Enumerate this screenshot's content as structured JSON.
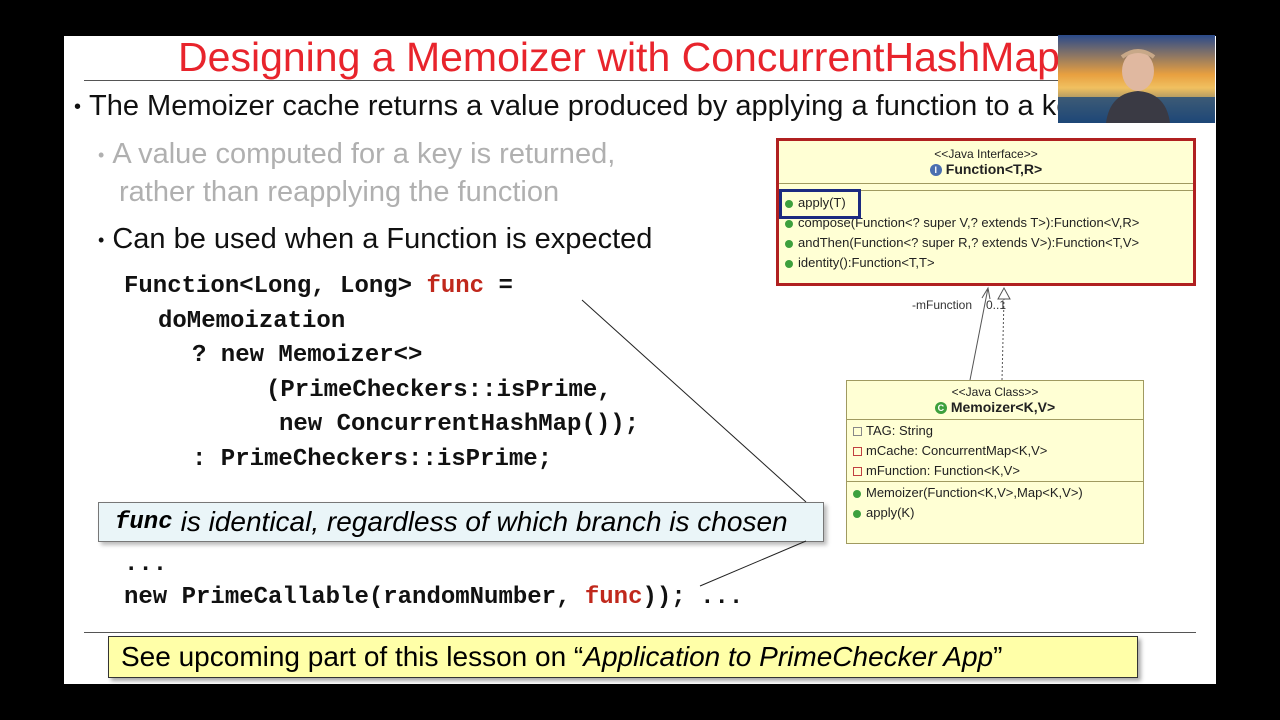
{
  "slide": {
    "title": "Designing a Memoizer with ConcurrentHashMap",
    "bullet_main": "The Memoizer cache returns a value produced by applying a function to a key",
    "sub1_line1": "A value computed for a key is returned,",
    "sub1_line2": "rather than reapplying the function",
    "sub2": "Can be used when a Function is expected",
    "code": {
      "l1a": "Function<Long, Long> ",
      "l1b": "func",
      "l1c": " =",
      "l2": "doMemoization",
      "l3": "? new Memoizer<>",
      "l4": "(PrimeCheckers::isPrime,",
      "l5": "new ConcurrentHashMap());",
      "l6": ": PrimeCheckers::isPrime;",
      "l7": "...",
      "l8a": "new PrimeCallable(randomNumber, ",
      "l8b": "func",
      "l8c": ")); ..."
    },
    "callout": {
      "mono": "func",
      "text": "is identical, regardless of which branch is chosen"
    },
    "note": {
      "prefix": "See upcoming part of this lesson on “",
      "italic": "Application to PrimeChecker App",
      "suffix": "”"
    }
  },
  "uml_function": {
    "stereotype": "<<Java Interface>>",
    "name": "Function<T,R>",
    "methods": [
      "apply(T)",
      "compose(Function<? super V,? extends T>):Function<V,R>",
      "andThen(Function<? super R,? extends V>):Function<T,V>",
      "identity():Function<T,T>"
    ]
  },
  "uml_link": {
    "role": "-mFunction",
    "multiplicity": "0..1"
  },
  "uml_memoizer": {
    "stereotype": "<<Java Class>>",
    "name": "Memoizer<K,V>",
    "fields": [
      "TAG: String",
      "mCache: ConcurrentMap<K,V>",
      "mFunction: Function<K,V>"
    ],
    "methods": [
      "Memoizer(Function<K,V>,Map<K,V>)",
      "apply(K)"
    ]
  },
  "colors": {
    "title": "#e8242c",
    "highlight": "#c0281c",
    "uml_fill": "#ffffd4",
    "uml_border_red": "#b02020",
    "note_fill": "#ffffa8",
    "callout_fill": "#eaf5f8"
  },
  "icons": [
    "interface-icon",
    "class-icon",
    "public-method-icon",
    "private-field-icon",
    "static-field-icon"
  ]
}
